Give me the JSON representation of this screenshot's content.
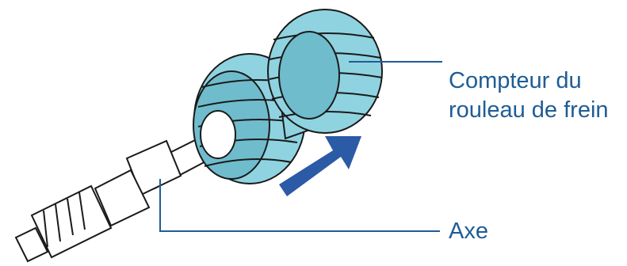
{
  "labels": {
    "counter_line1": "Compteur du",
    "counter_line2": "rouleau de frein",
    "axle": "Axe"
  },
  "colors": {
    "roller_fill": "#8fd3e0",
    "roller_shade": "#6fbccd",
    "outline": "#1a1a1a",
    "arrow": "#2b5aa6",
    "callout_text": "#1f5c96",
    "leader_line": "#1f5c96"
  },
  "icons": {
    "arrow": "insertion-arrow-icon"
  }
}
